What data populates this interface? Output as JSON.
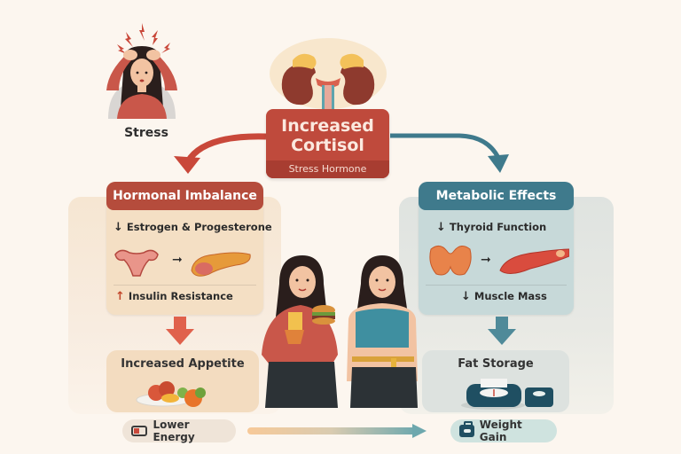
{
  "stress": {
    "label": "Stress"
  },
  "cortisol": {
    "title_line1": "Increased",
    "title_line2": "Cortisol",
    "subtitle": "Stress Hormone"
  },
  "hormonal": {
    "header": "Hormonal Imbalance",
    "item1": "Estrogen & Progesterone",
    "item1_direction": "down",
    "item2": "Insulin Resistance",
    "item2_direction": "up"
  },
  "metabolic": {
    "header": "Metabolic Effects",
    "item1": "Thyroid Function",
    "item1_direction": "down",
    "item2": "Muscle Mass",
    "item2_direction": "down"
  },
  "appetite": {
    "title": "Increased Appetite"
  },
  "fat": {
    "title": "Fat Storage"
  },
  "footer": {
    "left_label": "Lower Energy",
    "right_label": "Weight Gain"
  },
  "icons": {
    "down_arrow": "🡣",
    "up_arrow": "🡡",
    "small_arrow": "➞"
  },
  "colors": {
    "hormonal_red": "#b54c3c",
    "cortisol_red": "#bf4a3c",
    "metabolic_teal": "#3f7a8c",
    "background": "#fcf6ef"
  }
}
